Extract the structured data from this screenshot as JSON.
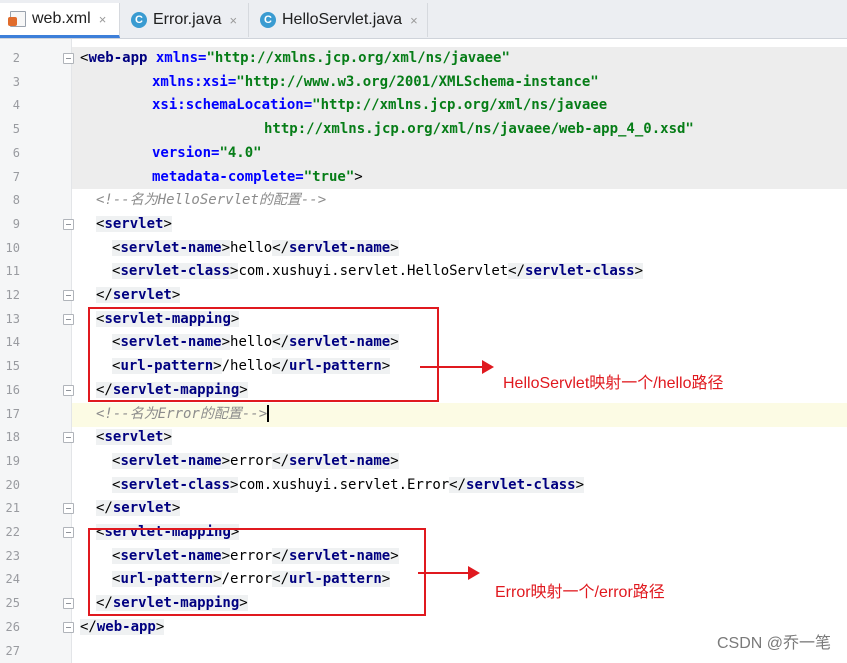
{
  "tabs": [
    {
      "label": "web.xml",
      "icon": "xml-file-icon",
      "active": true
    },
    {
      "label": "Error.java",
      "icon": "java-class-icon",
      "active": false
    },
    {
      "label": "HelloServlet.java",
      "icon": "java-class-icon",
      "active": false
    }
  ],
  "tab_close_glyph": "×",
  "line_numbers": [
    "2",
    "3",
    "4",
    "5",
    "6",
    "7",
    "8",
    "9",
    "10",
    "11",
    "12",
    "13",
    "14",
    "15",
    "16",
    "17",
    "18",
    "19",
    "20",
    "21",
    "22",
    "23",
    "24",
    "25",
    "26",
    "27"
  ],
  "code": {
    "l2": {
      "open": "<",
      "tag": "web-app",
      "attr": " xmlns=",
      "val": "\"http://xmlns.jcp.org/xml/ns/javaee\""
    },
    "l3": {
      "attr": "xmlns:xsi=",
      "val": "\"http://www.w3.org/2001/XMLSchema-instance\""
    },
    "l4": {
      "attr": "xsi:schemaLocation=",
      "val": "\"http://xmlns.jcp.org/xml/ns/javaee"
    },
    "l5": {
      "val": "http://xmlns.jcp.org/xml/ns/javaee/web-app_4_0.xsd\""
    },
    "l6": {
      "attr": "version=",
      "val": "\"4.0\""
    },
    "l7": {
      "attr": "metadata-complete=",
      "val": "\"true\"",
      "close": ">"
    },
    "l8": {
      "comment": "<!--名为HelloServlet的配置-->"
    },
    "l9": {
      "tag": "servlet"
    },
    "l10": {
      "tag": "servlet-name",
      "text": "hello"
    },
    "l11": {
      "tag": "servlet-class",
      "text": "com.xushuyi.servlet.HelloServlet"
    },
    "l12": {
      "tag": "servlet"
    },
    "l13": {
      "tag": "servlet-mapping"
    },
    "l14": {
      "tag": "servlet-name",
      "text": "hello"
    },
    "l15": {
      "tag": "url-pattern",
      "text": "/hello"
    },
    "l16": {
      "tag": "servlet-mapping"
    },
    "l17": {
      "comment": "<!--名为Error的配置-->"
    },
    "l18": {
      "tag": "servlet"
    },
    "l19": {
      "tag": "servlet-name",
      "text": "error"
    },
    "l20": {
      "tag": "servlet-class",
      "text": "com.xushuyi.servlet.Error"
    },
    "l21": {
      "tag": "servlet"
    },
    "l22": {
      "tag": "servlet-mapping"
    },
    "l23": {
      "tag": "servlet-name",
      "text": "error"
    },
    "l24": {
      "tag": "url-pattern",
      "text": "/error"
    },
    "l25": {
      "tag": "servlet-mapping"
    },
    "l26": {
      "tag": "web-app"
    }
  },
  "annotations": {
    "hello_note": "HelloServlet映射一个/hello路径",
    "error_note": "Error映射一个/error路径"
  },
  "watermark": "CSDN @乔一笔",
  "colors": {
    "tag": "#000080",
    "attr_name": "#0000ff",
    "attr_value": "#067d17",
    "comment": "#8c8c8c",
    "annotation": "#e0191f",
    "active_tab_underline": "#3d7fd9"
  }
}
